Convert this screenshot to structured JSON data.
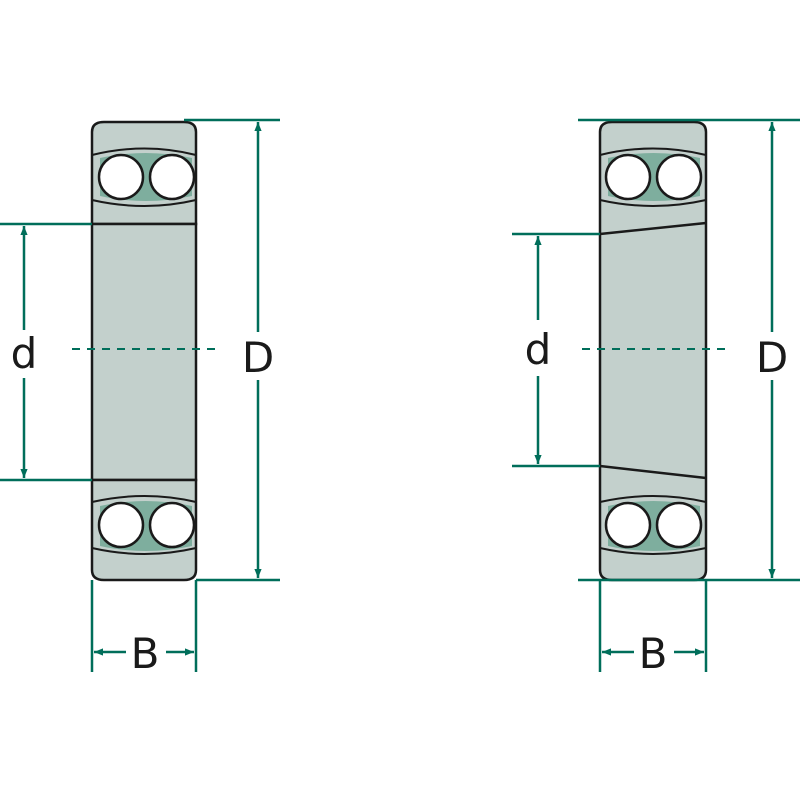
{
  "colors": {
    "dimension": "#006e5a",
    "body_fill": "#c3d0cc",
    "body_outline": "#1a1a1a",
    "cage_fill": "#7eae9e",
    "ball_fill": "#ffffff",
    "background": "#ffffff"
  },
  "bearings": [
    {
      "variant": "cylindrical bore",
      "labels": {
        "bore": "d",
        "outer": "D",
        "width": "B"
      }
    },
    {
      "variant": "tapered bore",
      "labels": {
        "bore": "d",
        "outer": "D",
        "width": "B"
      }
    }
  ]
}
